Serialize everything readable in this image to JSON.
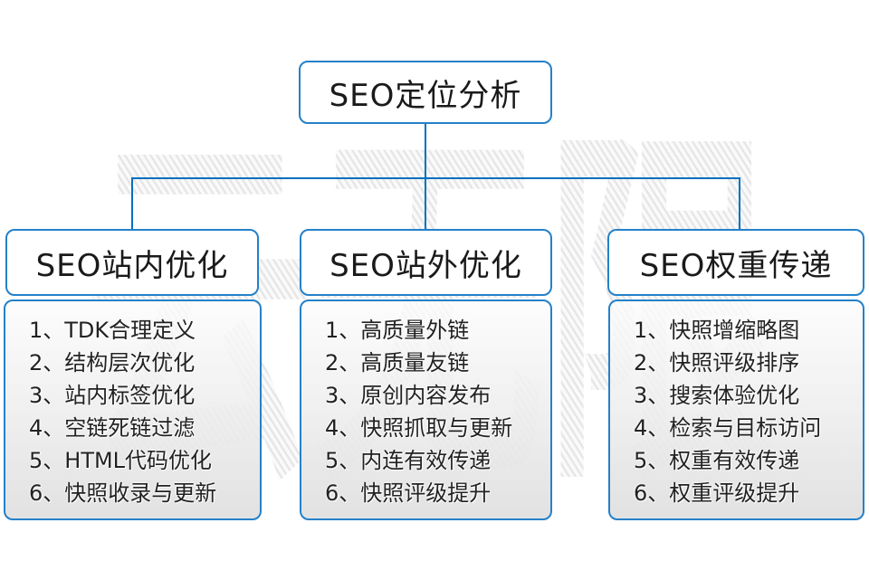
{
  "diagram": {
    "watermark": "云无限",
    "root": {
      "title": "SEO定位分析"
    },
    "columns": [
      {
        "title": "SEO站内优化",
        "items": [
          "1、TDK合理定义",
          "2、结构层次优化",
          "3、站内标签优化",
          "4、空链死链过滤",
          "5、HTML代码优化",
          "6、快照收录与更新"
        ]
      },
      {
        "title": "SEO站外优化",
        "items": [
          "1、高质量外链",
          "2、高质量友链",
          "3、原创内容发布",
          "4、快照抓取与更新",
          "5、内连有效传递",
          "6、快照评级提升"
        ]
      },
      {
        "title": "SEO权重传递",
        "items": [
          "1、快照增缩略图",
          "2、快照评级排序",
          "3、搜索体验优化",
          "4、检索与目标访问",
          "5、权重有效传递",
          "6、权重评级提升"
        ]
      }
    ],
    "colors": {
      "connector_line": "#0070c0",
      "box_border": "#2481c9",
      "text": "#1a1a1a",
      "watermark_gray": "#ededed"
    }
  }
}
